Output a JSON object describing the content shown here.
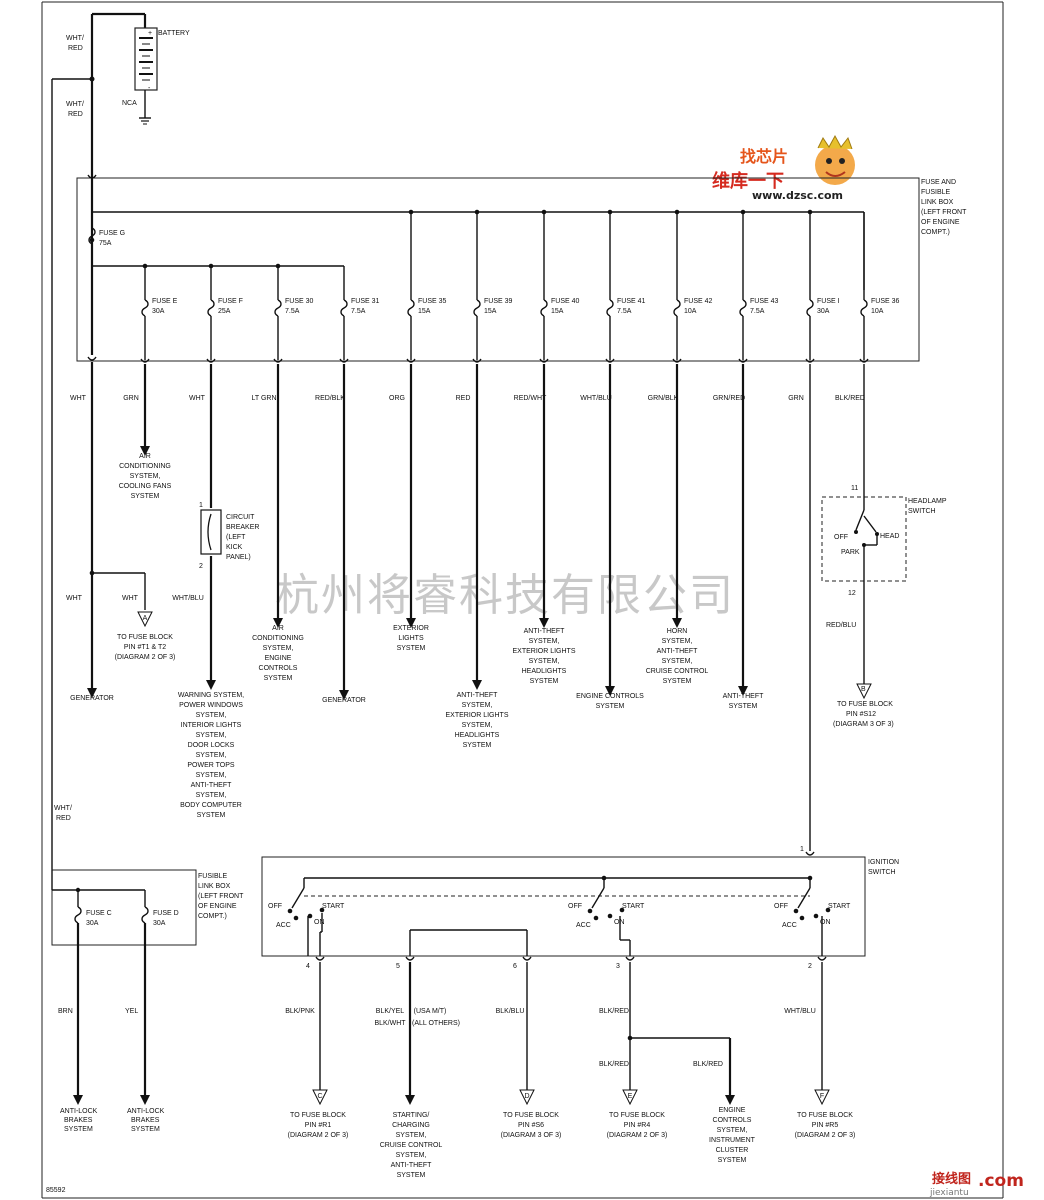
{
  "battery": {
    "label": "BATTERY",
    "nca": "NCA",
    "plus": "+",
    "minus": "-"
  },
  "left_wire": {
    "c1": "WHT/",
    "c2": "RED"
  },
  "box": {
    "line1": "FUSE AND",
    "line2": "FUSIBLE",
    "line3": "LINK BOX",
    "line4": "(LEFT FRONT",
    "line5": "OF ENGINE",
    "line6": "COMPT.)"
  },
  "fuse_g": {
    "name": "FUSE G",
    "rating": "75A"
  },
  "fuses": [
    {
      "name": "FUSE E",
      "rating": "30A",
      "color": "GRN"
    },
    {
      "name": "FUSE F",
      "rating": "25A",
      "color": "WHT"
    },
    {
      "name": "FUSE 30",
      "rating": "7.5A",
      "color": "LT GRN"
    },
    {
      "name": "FUSE 31",
      "rating": "7.5A",
      "color": "RED/BLK"
    },
    {
      "name": "FUSE 35",
      "rating": "15A",
      "color": "ORG"
    },
    {
      "name": "FUSE 39",
      "rating": "15A",
      "color": "RED"
    },
    {
      "name": "FUSE 40",
      "rating": "15A",
      "color": "RED/WHT"
    },
    {
      "name": "FUSE 41",
      "rating": "7.5A",
      "color": "WHT/BLU"
    },
    {
      "name": "FUSE 42",
      "rating": "10A",
      "color": "GRN/BLK"
    },
    {
      "name": "FUSE 43",
      "rating": "7.5A",
      "color": "GRN/RED"
    },
    {
      "name": "FUSE I",
      "rating": "30A",
      "color": "GRN"
    },
    {
      "name": "FUSE 36",
      "rating": "10A",
      "color": "BLK/RED"
    }
  ],
  "wht": "WHT",
  "wht_blu": "WHT/BLU",
  "dest": {
    "ac_fans": [
      "AIR",
      "CONDITIONING",
      "SYSTEM,",
      "COOLING FANS",
      "SYSTEM"
    ],
    "breaker": [
      "CIRCUIT",
      "BREAKER",
      "(LEFT",
      "KICK",
      "PANEL)"
    ],
    "breaker_pins": [
      "1",
      "2"
    ],
    "fuse_block_a": [
      "TO FUSE BLOCK",
      "PIN #T1 & T2",
      "(DIAGRAM 2 OF 3)"
    ],
    "generator": "GENERATOR",
    "warning": [
      "WARNING SYSTEM,",
      "POWER WINDOWS",
      "SYSTEM,",
      "INTERIOR LIGHTS",
      "SYSTEM,",
      "DOOR LOCKS",
      "SYSTEM,",
      "POWER TOPS",
      "SYSTEM,",
      "ANTI-THEFT",
      "SYSTEM,",
      "BODY COMPUTER",
      "SYSTEM"
    ],
    "ac_engine": [
      "AIR",
      "CONDITIONING",
      "SYSTEM,",
      "ENGINE",
      "CONTROLS",
      "SYSTEM"
    ],
    "ext_lights": [
      "EXTERIOR",
      "LIGHTS",
      "SYSTEM"
    ],
    "anti_theft_1": [
      "ANTI-THEFT",
      "SYSTEM,",
      "EXTERIOR LIGHTS",
      "SYSTEM,",
      "HEADLIGHTS",
      "SYSTEM"
    ],
    "anti_theft_2": [
      "ANTI-THEFT",
      "SYSTEM,",
      "EXTERIOR LIGHTS",
      "SYSTEM,",
      "HEADLIGHTS",
      "SYSTEM"
    ],
    "engine_controls": [
      "ENGINE CONTROLS",
      "SYSTEM"
    ],
    "horn": [
      "HORN",
      "SYSTEM,",
      "ANTI-THEFT",
      "SYSTEM,",
      "CRUISE CONTROL",
      "SYSTEM"
    ],
    "anti_theft_3": [
      "ANTI-THEFT",
      "SYSTEM"
    ]
  },
  "headlamp": {
    "title1": "HEADLAMP",
    "title2": "SWITCH",
    "pin_in": "11",
    "pin_out": "12",
    "off": "OFF",
    "park": "PARK",
    "head": "HEAD",
    "wire": "RED/BLU",
    "conn": "B",
    "to": [
      "TO FUSE BLOCK",
      "PIN #S12",
      "(DIAGRAM 3 OF 3)"
    ]
  },
  "fusible2": {
    "lines": [
      "FUSIBLE",
      "LINK BOX",
      "(LEFT FRONT",
      "OF ENGINE",
      "COMPT.)"
    ],
    "fuse_c": {
      "name": "FUSE C",
      "rating": "30A"
    },
    "fuse_d": {
      "name": "FUSE D",
      "rating": "30A"
    },
    "brn": "BRN",
    "yel": "YEL",
    "abs1": [
      "ANTI-LOCK",
      "BRAKES",
      "SYSTEM"
    ],
    "abs2": [
      "ANTI-LOCK",
      "BRAKES",
      "SYSTEM"
    ]
  },
  "ignition": {
    "title1": "IGNITION",
    "title2": "SWITCH",
    "pin_in": "1",
    "off": "OFF",
    "acc": "ACC",
    "on": "ON",
    "start": "START",
    "pins": [
      "4",
      "5",
      "6",
      "3",
      "2"
    ],
    "wires": [
      "BLK/PNK",
      "BLK/YEL",
      "BLK/WHT",
      "(USA M/T)",
      "(ALL OTHERS)",
      "BLK/BLU",
      "BLK/RED",
      "BLK/RED",
      "BLK/RED",
      "WHT/BLU"
    ],
    "conns": [
      "C",
      "D",
      "E",
      "F"
    ],
    "to_c": [
      "TO FUSE BLOCK",
      "PIN #R1",
      "(DIAGRAM 2 OF 3)"
    ],
    "starting": [
      "STARTING/",
      "CHARGING",
      "SYSTEM,",
      "CRUISE CONTROL",
      "SYSTEM,",
      "ANTI-THEFT",
      "SYSTEM"
    ],
    "to_d": [
      "TO FUSE BLOCK",
      "PIN #S6",
      "(DIAGRAM 3 OF 3)"
    ],
    "to_e": [
      "TO FUSE BLOCK",
      "PIN #R4",
      "(DIAGRAM 2 OF 3)"
    ],
    "engine": [
      "ENGINE",
      "CONTROLS",
      "SYSTEM,",
      "INSTRUMENT",
      "CLUSTER",
      "SYSTEM"
    ],
    "to_f": [
      "TO FUSE BLOCK",
      "PIN #R5",
      "(DIAGRAM 2 OF 3)"
    ]
  },
  "watermark": "杭州将睿科技有限公司",
  "logo": {
    "top": "找芯片",
    "mid": "维库一下",
    "url": "www.dzsc.com"
  },
  "corner": {
    "code": "85592",
    "site_cn": "接线图",
    "site_url": "jiexiantu",
    "dotcom": ".com"
  }
}
